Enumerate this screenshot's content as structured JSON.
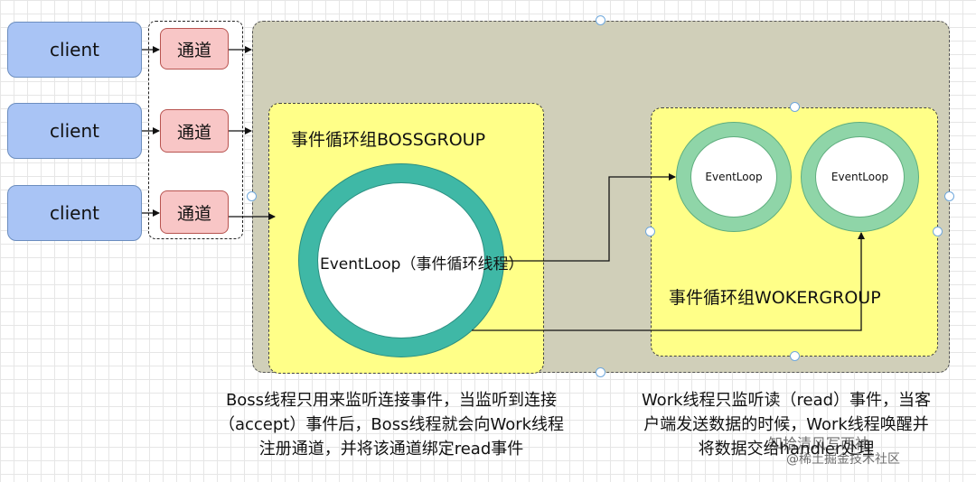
{
  "clients": [
    {
      "label": "client"
    },
    {
      "label": "client"
    },
    {
      "label": "client"
    }
  ],
  "channels": [
    {
      "label": "通道"
    },
    {
      "label": "通道"
    },
    {
      "label": "通道"
    }
  ],
  "boss_group": {
    "title": "事件循环组BOSSGROUP",
    "event_loop": "EventLoop（事件循环线程）"
  },
  "worker_group": {
    "title": "事件循环组WOKERGROUP",
    "event_loops": [
      "EventLoop",
      "EventLoop"
    ]
  },
  "descriptions": {
    "boss": "Boss线程只用来监听连接事件，当监听到连接（accept）事件后，Boss线程就会向Work线程注册通道，并将该通道绑定read事件",
    "worker": "Work线程只监听读（read）事件，当客户端发送数据的时候，Work线程唤醒并将数据交给handler处理"
  },
  "watermark": {
    "line1": "知拾清风写西袖",
    "line2": "@稀土掘金技术社区"
  },
  "colors": {
    "client_fill": "#a9c4f5",
    "channel_fill": "#f8c6c6",
    "main_fill": "#d0cfb9",
    "group_fill": "#ffff88",
    "boss_ring": "#3fb8a6",
    "worker_ring": "#8fd5a8"
  }
}
